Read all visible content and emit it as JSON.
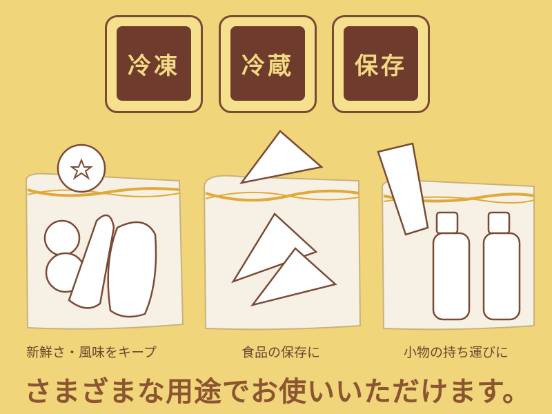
{
  "badges": [
    {
      "label": "冷凍"
    },
    {
      "label": "冷蔵"
    },
    {
      "label": "保存"
    }
  ],
  "captions": [
    "新鮮さ・風味をキープ",
    "食品の保存に",
    "小物の持ち運びに"
  ],
  "slogan": "さまざまな用途でお使いいただけます。",
  "colors": {
    "background": "#f0d57a",
    "badge_fill": "#6e3b2c",
    "text": "#8a5530",
    "zipper": "#e0a93a"
  }
}
